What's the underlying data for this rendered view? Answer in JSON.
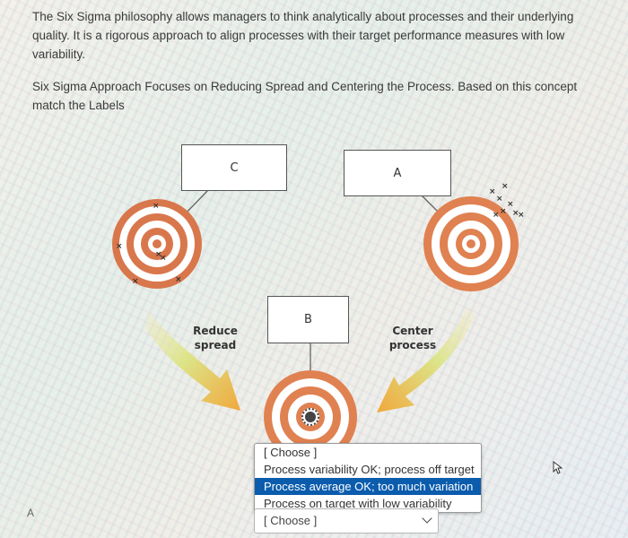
{
  "question": {
    "paragraph1": "The Six Sigma philosophy allows managers to think analytically about processes and their underlying quality. It is a rigorous approach to align processes with their target performance measures with low variability.",
    "paragraph2": "Six Sigma Approach Focuses on Reducing Spread and Centering the Process. Based on this concept match the Labels"
  },
  "diagram": {
    "box_c": "C",
    "box_a": "A",
    "box_b": "B",
    "reduce_label_line1": "Reduce",
    "reduce_label_line2": "spread",
    "center_label_line1": "Center",
    "center_label_line2": "process",
    "colors": {
      "ring_outer": "#d9774c",
      "ring_inner": "#e8a27a",
      "arrow": "#f0b04a",
      "arrow_tail": "#dce58a"
    }
  },
  "dropdown": {
    "options": [
      "[ Choose ]",
      "Process variability OK; process off target",
      "Process average OK; too much variation",
      "Process on target with low variability"
    ],
    "highlighted_index": 2
  },
  "answer_row": {
    "letter": "A",
    "select_value": "[ Choose ]"
  },
  "icons": [
    "chevron-down-icon",
    "mouse-cursor-icon",
    "target-icon"
  ]
}
